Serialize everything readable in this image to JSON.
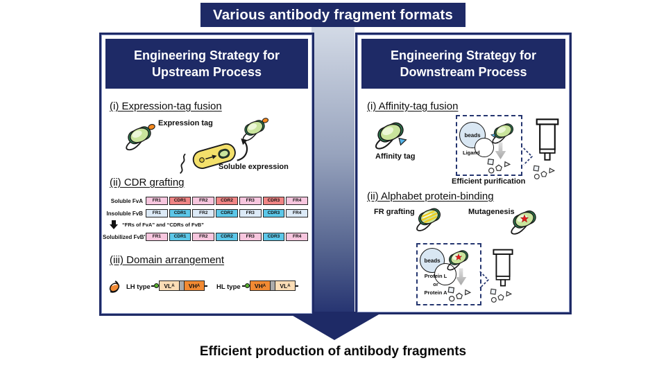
{
  "title": "Various antibody fragment formats",
  "bottom_caption": "Efficient production of antibody fragments",
  "colors": {
    "navy": "#1e2a66",
    "fr_pink": "#f7c6de",
    "cdr_red": "#f08585",
    "fr_lightblue": "#dceaf7",
    "cdr_cyan": "#5cc7e8",
    "vl_peach": "#fbddb6",
    "vh_orange": "#f28a33"
  },
  "left_panel": {
    "header_line1": "Engineering Strategy for",
    "header_line2": "Upstream Process",
    "expression_tag": {
      "heading": "(i) Expression-tag fusion",
      "expression_tag_label": "Expression tag",
      "soluble_expression_label": "Soluble expression"
    },
    "cdr_grafting": {
      "heading": "(ii) CDR grafting",
      "arrow_note": "“FRs of FvA” and “CDRs of  FvB”",
      "rows": [
        {
          "label": "Soluble FvA",
          "segments": [
            "FR1",
            "CDR1",
            "FR2",
            "CDR2",
            "FR3",
            "CDR3",
            "FR4"
          ]
        },
        {
          "label": "Insoluble FvB",
          "segments": [
            "FR1",
            "CDR1",
            "FR2",
            "CDR2",
            "FR3",
            "CDR3",
            "FR4"
          ]
        },
        {
          "label": "Solubilized FvB'",
          "segments": [
            "FR1",
            "CDR1",
            "FR2",
            "CDR2",
            "FR3",
            "CDR3",
            "FR4"
          ]
        }
      ]
    },
    "domain_arrangement": {
      "heading": "(iii) Domain arrangement",
      "lh_label": "LH type",
      "hl_label": "HL type",
      "vl": "VL",
      "vh": "VH",
      "domain_sub": "A"
    }
  },
  "right_panel": {
    "header_line1": "Engineering Strategy for",
    "header_line2": "Downstream Process",
    "affinity_tag": {
      "heading": "(i) Affinity-tag fusion",
      "affinity_tag_label": "Affinity tag",
      "beads_label": "beads",
      "ligand_label": "Ligand",
      "caption": "Efficient purification"
    },
    "alphabet_binding": {
      "heading": "(ii) Alphabet protein-binding",
      "fr_grafting_label": "FR grafting",
      "mutagenesis_label": "Mutagenesis",
      "beads_label": "beads",
      "protein_l_label": "Protein L",
      "or_label": "or",
      "protein_a_label": "Protein A"
    }
  }
}
